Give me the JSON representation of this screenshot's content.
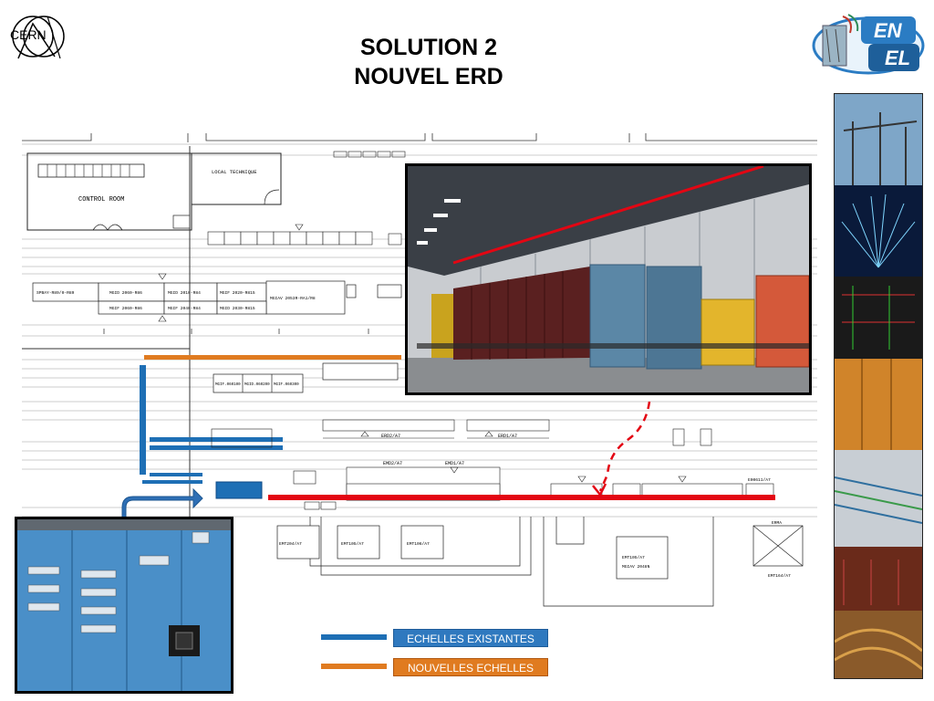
{
  "slide": {
    "title_line1": "SOLUTION 2",
    "title_line2": "NOUVEL ERD"
  },
  "logos": {
    "cern_text": "CERN",
    "enel_text_top": "EN",
    "enel_text_bottom": "EL"
  },
  "floor_plan": {
    "control_room_label": "CONTROL ROOM",
    "local_technique_label": "LOCAL TECHNIQUE",
    "panel_row_labels": [
      "SPBAY-R89/0-R89",
      "MGID 2060-R86",
      "MGID 2010-R84",
      "MGIF 2020-R815",
      "MGIAV 2053R-RA1/R8"
    ],
    "panel_row2_labels": [
      "MGIF 2060-R86",
      "MGIF 2040-R84",
      "MGID 2030-R815"
    ],
    "mid_panels": [
      "MGIF.060100",
      "MGID.060200",
      "MGIF.060300"
    ],
    "erd_labels": [
      "ERD2/A7",
      "ERD1/A7"
    ],
    "emd_labels": [
      "EMD2/A7",
      "EMD1/A7"
    ],
    "transformers": [
      "EMT204/A7",
      "EMT105/A7",
      "EMT106/A7",
      "EMT105/A7"
    ],
    "transformer_sub": "MGIAV 2048N",
    "right_box_top": "ERMA",
    "right_box_bottom": "EMT164/A7",
    "right_end_label": "E00611/A7"
  },
  "legend": {
    "existing_label": "ECHELLES EXISTANTES",
    "new_label": "NOUVELLES ECHELLES",
    "existing_color": "#1e6fb5",
    "new_color": "#e07b20"
  },
  "colors": {
    "existing_tray": "#1e6fb5",
    "new_tray": "#e07b20",
    "new_erd_line": "#e30613",
    "arrow_fill": "#2e6fb5"
  }
}
